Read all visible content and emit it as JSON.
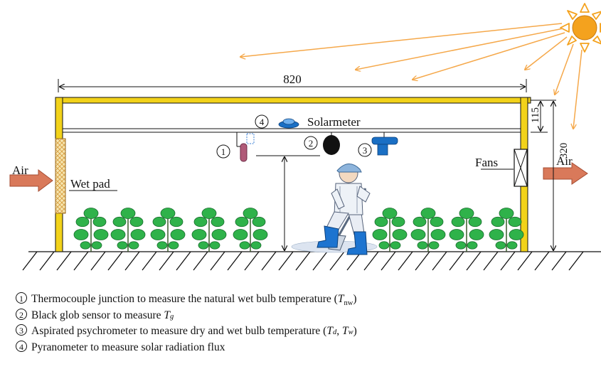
{
  "diagram": {
    "dimension_width": "820",
    "dimension_roof": "115",
    "dimension_height": "320",
    "label_air_in": "Air",
    "label_air_out": "Air",
    "label_wet_pad": "Wet pad",
    "label_fans": "Fans",
    "label_solarmeter": "Solarmeter",
    "sensor_numbers": [
      "1",
      "2",
      "3",
      "4"
    ],
    "colors": {
      "frame": "#f2d21a",
      "sun": "#f4a21e",
      "rays": "#f5a84a",
      "air_arrow": "#d9795a",
      "plants": "#2fb24a",
      "sensor_blue": "#1a6fc4"
    },
    "icons": [
      "sun-icon",
      "worker-icon",
      "plant-icon",
      "fan-icon"
    ]
  },
  "legend": [
    {
      "number": "1",
      "text": "Thermocouple junction to measure the natural wet bulb temperature (",
      "symbol": "T",
      "sub": "nw",
      "suffix": ")"
    },
    {
      "number": "2",
      "text": "Black glob sensor to measure ",
      "symbol": "T",
      "sub": "g",
      "suffix": ""
    },
    {
      "number": "3",
      "text": "Aspirated psychrometer to measure dry and wet bulb temperature (",
      "symbol": "T",
      "sub": "d",
      "mid": ", ",
      "symbol2": "T",
      "sub2": "w",
      "suffix": ")"
    },
    {
      "number": "4",
      "text": "Pyranometer to measure solar radiation flux"
    }
  ]
}
